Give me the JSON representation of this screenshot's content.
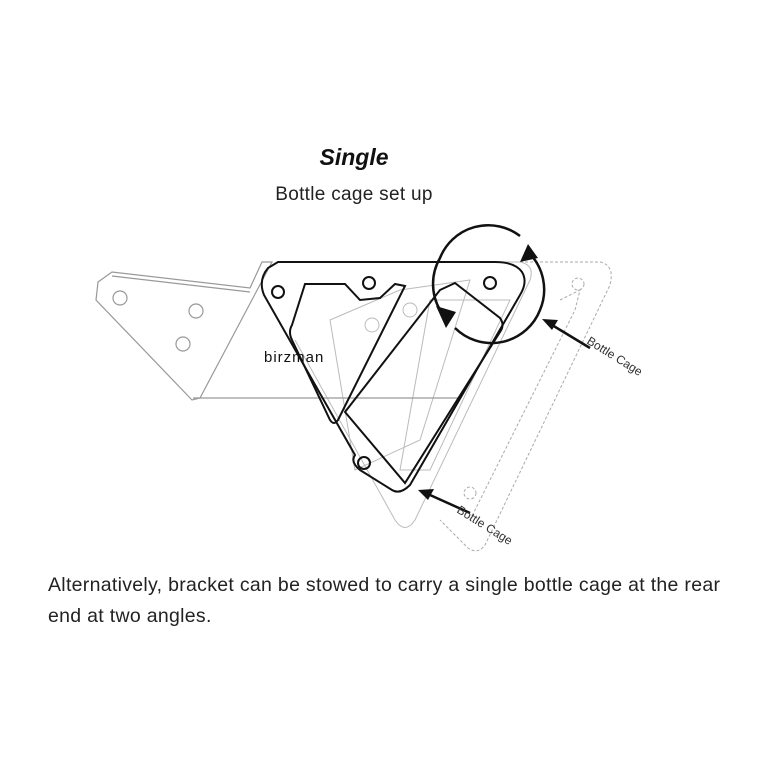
{
  "heading": {
    "title": "Single",
    "subtitle": "Bottle cage set up"
  },
  "diagram": {
    "brand_logo": "birzman",
    "labels": [
      "Bottle Cage",
      "Bottle Cage"
    ]
  },
  "description": "Alternatively, bracket can be stowed to carry a single bottle cage at the rear end at two angles."
}
